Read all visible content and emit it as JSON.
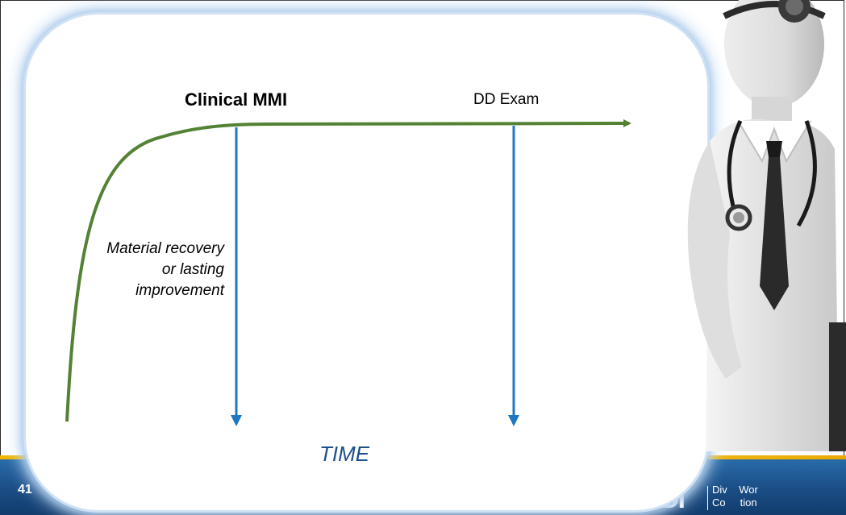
{
  "slide": {
    "number": "41",
    "logo_text": "Div    Wor\nCo     tion"
  },
  "diagram": {
    "clinical_mmi_label": "Clinical MMI",
    "dd_exam_label": "DD Exam",
    "material_recovery_text": "Material recovery or lasting improvement",
    "time_label": "TIME"
  },
  "colors": {
    "curve": "#548235",
    "arrows": "#1f77c4",
    "footer": "#1b4e86",
    "stripe": "#f0b400",
    "card_glow": "#a8c8ea"
  }
}
